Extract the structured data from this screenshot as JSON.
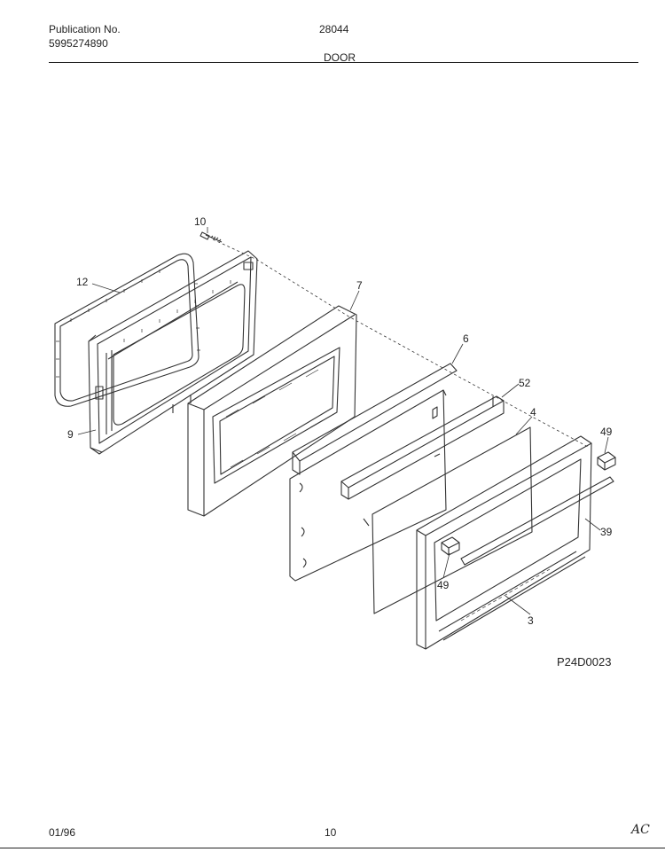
{
  "header": {
    "publication_label": "Publication No.",
    "publication_number": "5995274890",
    "model": "28044",
    "section": "DOOR"
  },
  "callouts": {
    "c10": "10",
    "c12": "12",
    "c9": "9",
    "c7": "7",
    "c6": "6",
    "c52": "52",
    "c4": "4",
    "c49a": "49",
    "c39": "39",
    "c49b": "49",
    "c3": "3"
  },
  "diagram_code": "P24D0023",
  "footer": {
    "date": "01/96",
    "page": "10",
    "initials": "AC"
  }
}
